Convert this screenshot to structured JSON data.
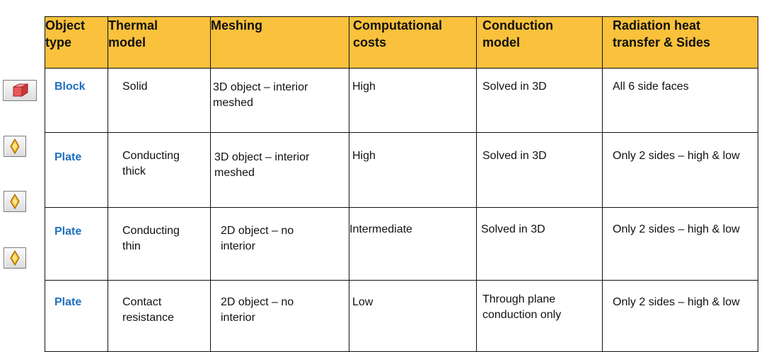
{
  "table": {
    "headers": [
      "Object\ntype",
      "Thermal\nmodel",
      "Meshing",
      "Computational\ncosts",
      "Conduction\nmodel",
      "Radiation heat\ntransfer & Sides"
    ],
    "rows": [
      {
        "icon": "block-icon",
        "cells": [
          "Block",
          "Solid",
          "3D object – interior\nmeshed",
          "High",
          "Solved in 3D",
          "All 6 side faces"
        ]
      },
      {
        "icon": "plate-icon",
        "cells": [
          "Plate",
          "Conducting\nthick",
          "3D object – interior\nmeshed",
          "High",
          "Solved in 3D",
          "Only 2 sides – high & low"
        ]
      },
      {
        "icon": "plate-icon",
        "cells": [
          "Plate",
          "Conducting\nthin",
          "2D object – no\ninterior",
          "Intermediate",
          "Solved in 3D",
          "Only 2 sides – high & low"
        ]
      },
      {
        "icon": "plate-icon",
        "cells": [
          "Plate",
          "Contact\nresistance",
          "2D object – no\ninterior",
          "Low",
          "Through plane\nconduction only",
          "Only 2 sides – high & low"
        ]
      }
    ]
  },
  "colors": {
    "header_bg": "#f9c13c",
    "type_text": "#1f6fc0",
    "block_icon": "#e85a5a",
    "plate_icon": "#f5b21a"
  }
}
